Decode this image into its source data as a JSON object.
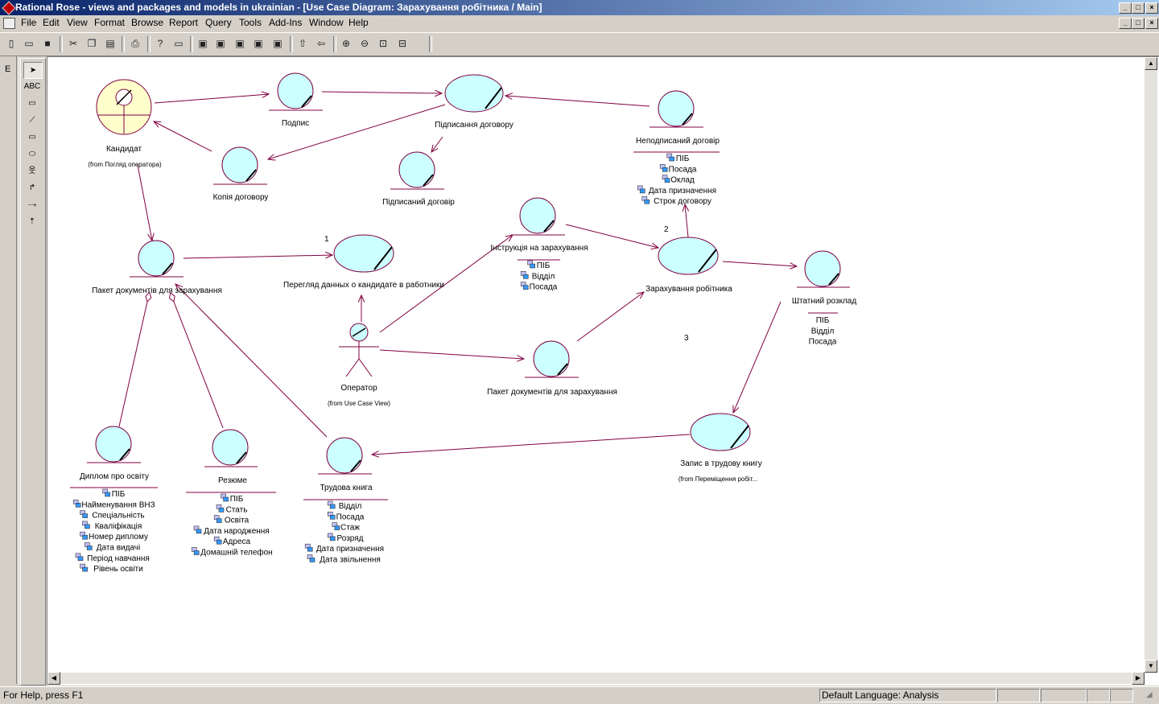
{
  "window": {
    "title": "Rational Rose - views and packages and models in ukrainian - [Use Case Diagram: Зарахування робітника / Main]"
  },
  "menu": [
    "File",
    "Edit",
    "View",
    "Format",
    "Browse",
    "Report",
    "Query",
    "Tools",
    "Add-Ins",
    "Window",
    "Help"
  ],
  "status": {
    "help": "For Help, press F1",
    "language": "Default Language: Analysis"
  },
  "diagram": {
    "actors": {
      "candidate": {
        "name": "Кандидат",
        "from": "(from Погляд оператора)"
      },
      "operator": {
        "name": "Оператор",
        "from": "(from Use Case View)"
      }
    },
    "labels": {
      "podpys": "Подпис",
      "pidpysannia": "Підписання договору",
      "nepidpysanyi": "Неподписаний договір",
      "kopia": "Копія договору",
      "pidpysanyi": "Підписаний договір",
      "paket_left": "Пакет документів для зарахування",
      "perehliad": "Перегляд данных о кандидате в работники",
      "instruktsia": "Інструкція на зарахування",
      "zarakhuvannia": "Зарахування робітника",
      "shtatnyi": "Штатний розклад",
      "paket_right": "Пакет документів для зарахування",
      "zapys": "Запис в трудову книгу",
      "zapys_from": "(from Переміщення робіт...",
      "dyplom": "Диплом про освіту",
      "rezume": "Резюме",
      "trudova": "Трудова книга"
    },
    "numbers": {
      "n1": "1",
      "n2": "2",
      "n3": "3"
    },
    "attrs": {
      "nepidpysanyi": [
        "ПІБ",
        "Посада",
        "Оклад",
        "Дата призначення",
        "Строк договору"
      ],
      "instruktsia": [
        "ПІБ",
        "Відділ",
        "Посада"
      ],
      "shtatnyi": [
        "ПІБ",
        "Відділ",
        "Посада"
      ],
      "dyplom": [
        "ПІБ",
        "Найменування ВНЗ",
        "Спеціальність",
        "Кваліфікація",
        "Номер диплому",
        "Дата видачі",
        "Період навчання",
        "Рівень освіти"
      ],
      "rezume": [
        "ПІБ",
        "Стать",
        "Освіта",
        "Дата народження",
        "Адреса",
        "Домашній телефон"
      ],
      "trudova": [
        "Відділ",
        "Посада",
        "Стаж",
        "Розряд",
        "Дата призначення",
        "Дата звільнення"
      ]
    }
  }
}
